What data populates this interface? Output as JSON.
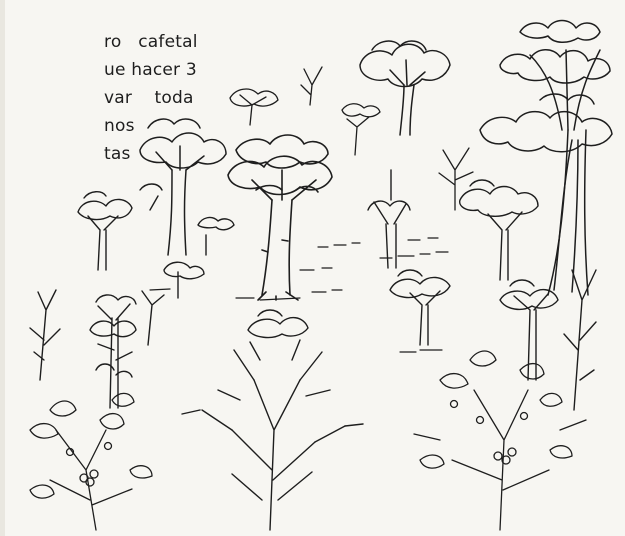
{
  "text_lines": [
    "ro   cafetal",
    "ue hacer 3",
    "var    toda",
    "nos",
    "tas"
  ],
  "colors": {
    "ink": "#1e1e1e",
    "paper": "#f7f6f2"
  },
  "icons": [
    "tree-drawing",
    "coffee-plant-drawing",
    "shrub-drawing"
  ]
}
